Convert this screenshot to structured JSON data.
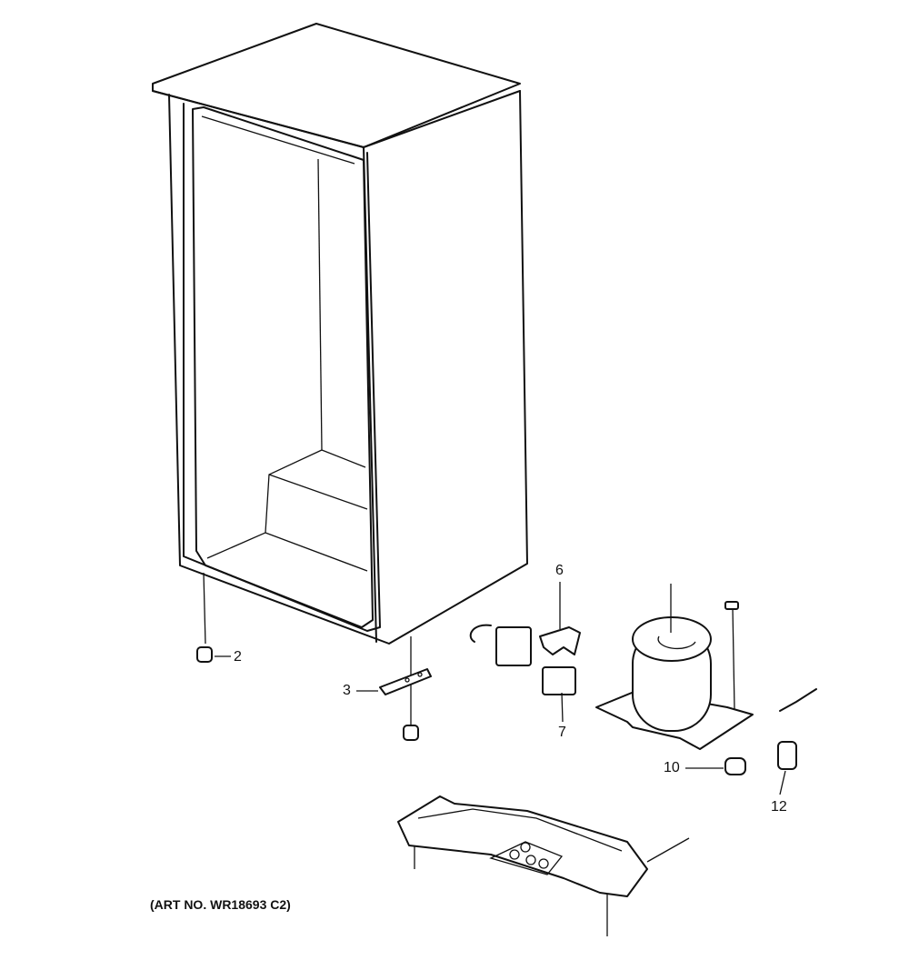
{
  "diagram": {
    "callouts": [
      "2",
      "3",
      "6",
      "7",
      "10",
      "12"
    ],
    "art_number": "(ART NO. WR18693 C2)"
  }
}
